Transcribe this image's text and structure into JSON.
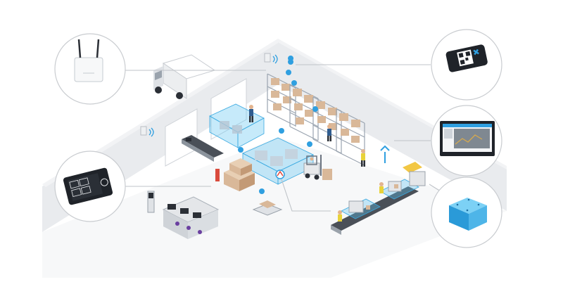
{
  "scene": {
    "type": "iot-warehouse-illustration",
    "accent_color": "#2f9fe0",
    "zone_color": "#5cc3f0"
  },
  "callouts": [
    {
      "name": "wifi-access-point",
      "icon": "router-icon"
    },
    {
      "name": "tracking-tag",
      "icon": "qr-tag-icon"
    },
    {
      "name": "dashboard-monitor",
      "icon": "monitor-icon"
    },
    {
      "name": "handheld-terminal",
      "icon": "tablet-icon"
    },
    {
      "name": "sensor-box",
      "icon": "blue-device-icon"
    }
  ]
}
